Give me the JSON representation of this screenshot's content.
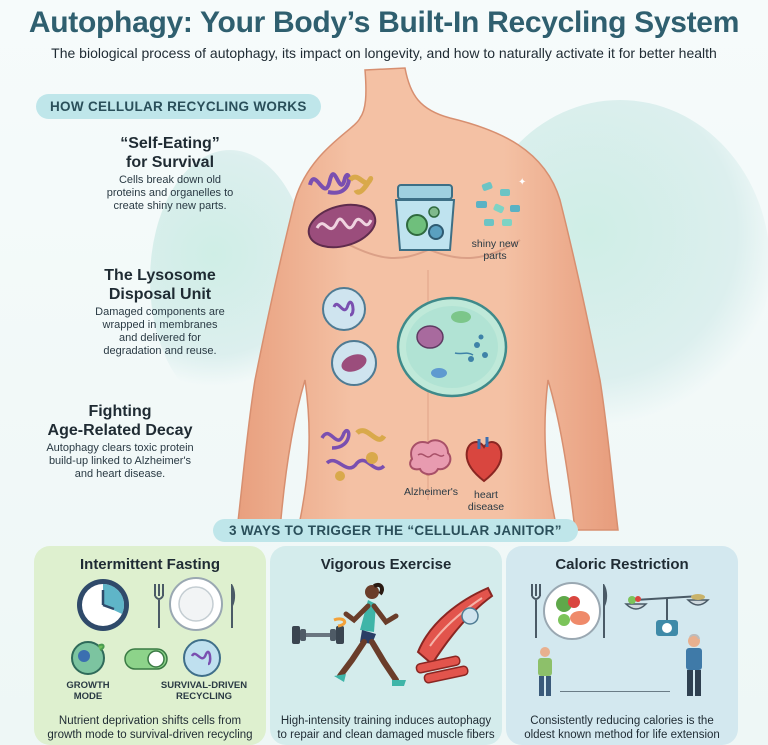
{
  "header": {
    "title": "Autophagy: Your Body’s Built-In Recycling System",
    "subtitle": "The biological process of autophagy, its impact on longevity, and how to naturally activate it for better health"
  },
  "recycling": {
    "pill": "HOW CELLULAR RECYCLING WORKS",
    "sections": [
      {
        "heading_line1": "“Self-Eating”",
        "heading_line2": "for Survival",
        "text_lines": [
          "Cells break down old",
          "proteins and organelles to",
          "create shiny new parts."
        ]
      },
      {
        "heading_line1": "The Lysosome",
        "heading_line2": "Disposal Unit",
        "text_lines": [
          "Damaged components are",
          "wrapped in membranes",
          "and delivered for",
          "degradation and reuse."
        ]
      },
      {
        "heading_line1": "Fighting",
        "heading_line2": "Age-Related Decay",
        "text_lines": [
          "Autophagy clears toxic protein",
          "build-up linked to Alzheimer's",
          "and heart disease."
        ]
      }
    ],
    "labels": {
      "shiny_new_line1": "shiny new",
      "shiny_new_line2": "parts",
      "alzheimers": "Alzheimer's",
      "heart_line1": "heart",
      "heart_line2": "disease"
    }
  },
  "triggers": {
    "pill": "3 WAYS TO TRIGGER THE “CELLULAR JANITOR”",
    "cards": [
      {
        "title": "Intermittent Fasting",
        "text_line1": "Nutrient deprivation shifts cells from",
        "text_line2": "growth mode to survival-driven recycling",
        "label_growth_1": "GROWTH",
        "label_growth_2": "MODE",
        "label_survival_1": "SURVIVAL-DRIVEN",
        "label_survival_2": "RECYCLING",
        "color": "#def0cf"
      },
      {
        "title": "Vigorous Exercise",
        "text_line1": "High-intensity training induces autophagy",
        "text_line2": "to repair and clean damaged muscle fibers",
        "color": "#d4ecec"
      },
      {
        "title": "Caloric Restriction",
        "text_line1": "Consistently reducing calories is the",
        "text_line2": "oldest known method for life extension",
        "color": "#d3e8ef"
      }
    ]
  },
  "colors": {
    "title": "#2f5f6f",
    "pill_bg": "#bfe6ea",
    "skin": "#f1b596",
    "card_green": "#def0cf",
    "card_teal": "#d4ecec",
    "card_blue": "#d3e8ef"
  },
  "icons": [
    "mitochondria-icon",
    "protein-tangle-icon",
    "recycling-machine-icon",
    "shiny-parts-icon",
    "vesicle-icon",
    "cell-icon",
    "amyloid-plaque-icon",
    "brain-icon",
    "heart-icon",
    "clock-icon",
    "plate-icon",
    "fork-icon",
    "knife-icon",
    "toggle-icon",
    "runner-icon",
    "dumbbell-icon",
    "muscle-fiber-icon",
    "food-plate-icon",
    "scale-icon",
    "person-icon"
  ]
}
